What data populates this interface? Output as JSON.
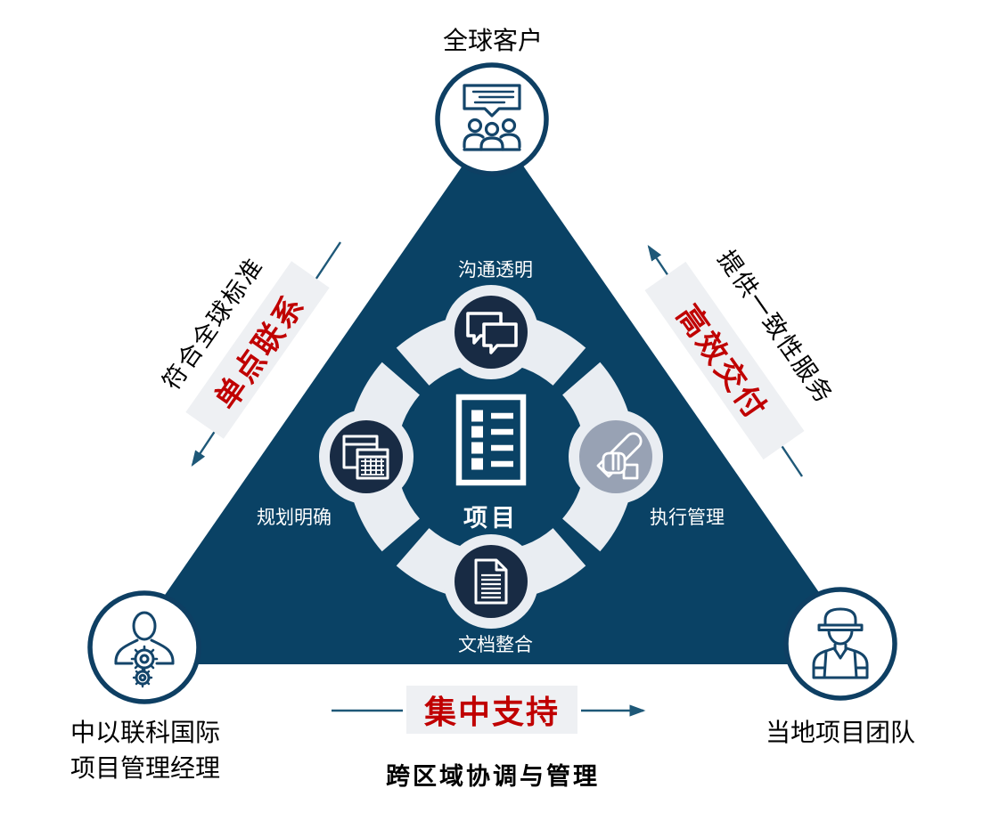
{
  "corners": {
    "top": {
      "label": "全球客户",
      "icon": "presentation-audience-icon"
    },
    "bottom_left": {
      "line1": "中以联科国际",
      "line2": "项目管理经理",
      "icon": "manager-gears-icon"
    },
    "bottom_right": {
      "label": "当地项目团队",
      "icon": "construction-worker-icon"
    }
  },
  "center": {
    "label": "项目",
    "icon": "checklist-icon"
  },
  "nodes": [
    {
      "position": "top",
      "label": "沟通透明",
      "icon": "chat-bubbles-icon"
    },
    {
      "position": "left",
      "label": "规划明确",
      "icon": "calendar-icon"
    },
    {
      "position": "right",
      "label": "执行管理",
      "icon": "wrench-hand-icon"
    },
    {
      "position": "bottom",
      "label": "文档整合",
      "icon": "document-icon"
    }
  ],
  "edges": {
    "left": {
      "caption": "符合全球标准",
      "highlight": "单点联系",
      "arrow_direction": "down-left"
    },
    "right": {
      "caption": "提供一致性服务",
      "highlight": "高效交付",
      "arrow_direction": "up-right"
    },
    "bottom": {
      "highlight": "集中支持",
      "caption": "跨区域协调与管理",
      "arrow_direction": "right"
    }
  },
  "colors": {
    "triangle_navy": "#0a4265",
    "node_dark_navy": "#182b44",
    "node_gray": "#98a2b4",
    "ring_light": "#e9edf2",
    "highlight_band_bg": "#eef0f3",
    "accent_red": "#c00000",
    "arrow_blue": "#1e5878",
    "outline_navy": "#0e3f63",
    "text_black": "#000000",
    "text_white": "#ffffff"
  }
}
